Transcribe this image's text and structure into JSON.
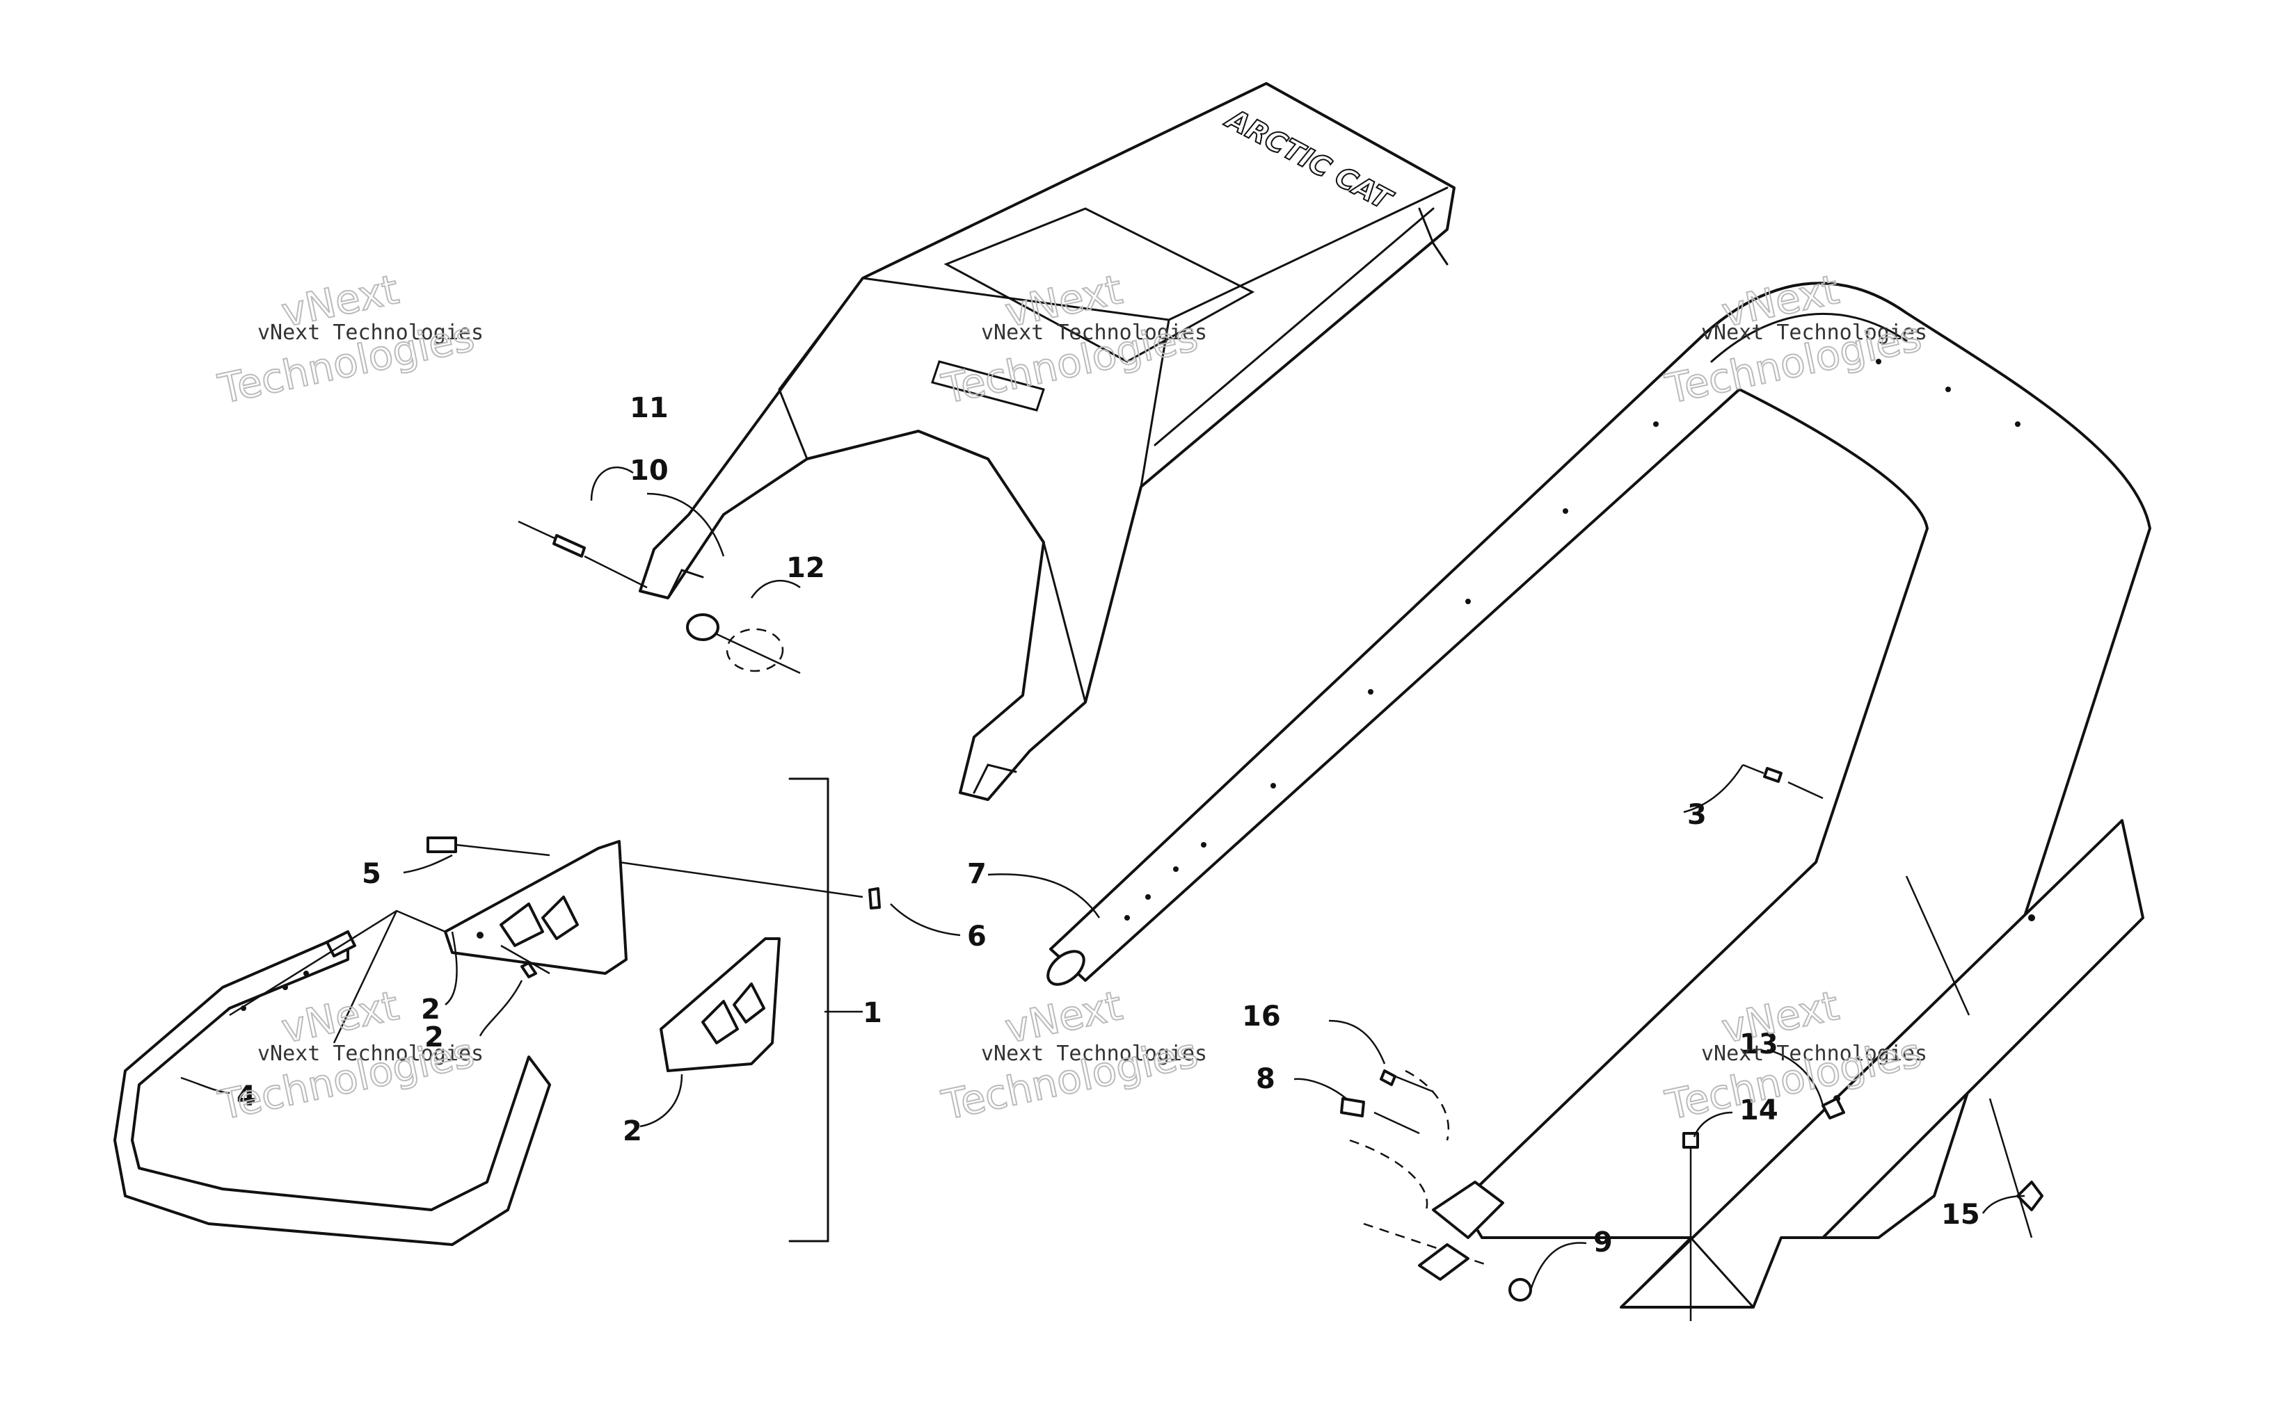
{
  "diagram": {
    "logo_text": "ARCTIC CAT",
    "watermark": {
      "line1": "vNext Technologies",
      "line2": "vNext",
      "line3": "Technologies"
    },
    "callouts": {
      "c1": "1",
      "c2a": "2",
      "c2b": "2",
      "c2c": "2",
      "c3": "3",
      "c4": "4",
      "c5": "5",
      "c6": "6",
      "c7": "7",
      "c8": "8",
      "c9": "9",
      "c10": "10",
      "c11": "11",
      "c12": "12",
      "c13": "13",
      "c14": "14",
      "c15": "15",
      "c16": "16"
    }
  }
}
